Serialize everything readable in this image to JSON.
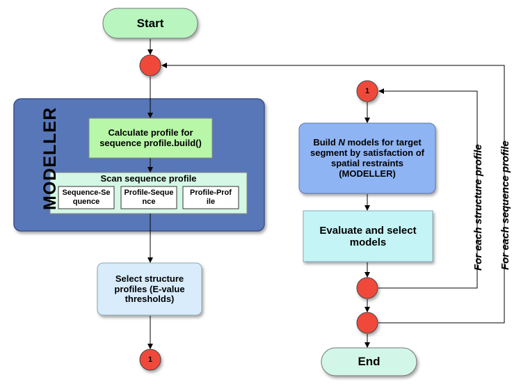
{
  "nodes": {
    "start": "Start",
    "modeller_label": "MODELLER",
    "calc_profile": "Calculate profile for sequence profile.build()",
    "scan_title": "Scan sequence profile",
    "scan_seq_seq": "Sequence-Sequence",
    "scan_prof_seq": "Profile-Sequence",
    "scan_prof_prof": "Profile-Profile",
    "select_profiles": "Select structure profiles (E-value thresholds)",
    "connector_out": "1",
    "connector_in": "1",
    "build_prefix": "Build",
    "build_n": "N",
    "build_suffix": "models for target segment by satisfaction of spatial restraints (MODELLER)",
    "evaluate": "Evaluate and select models",
    "end": "End"
  },
  "loops": {
    "structure": "For each structure profile",
    "sequence": "For each sequence profile"
  },
  "colors": {
    "terminal_fill": "#b8f5bf",
    "terminal_end_fill": "#d2f7e8",
    "modeller_fill": "#5877b8",
    "calc_fill": "#b8f7a8",
    "scan_fill": "#d4f7e6",
    "select_fill": "#d8ecfc",
    "build_fill": "#8fb4f4",
    "evaluate_fill": "#c4f4f6",
    "decision_fill": "#f04a3a"
  }
}
